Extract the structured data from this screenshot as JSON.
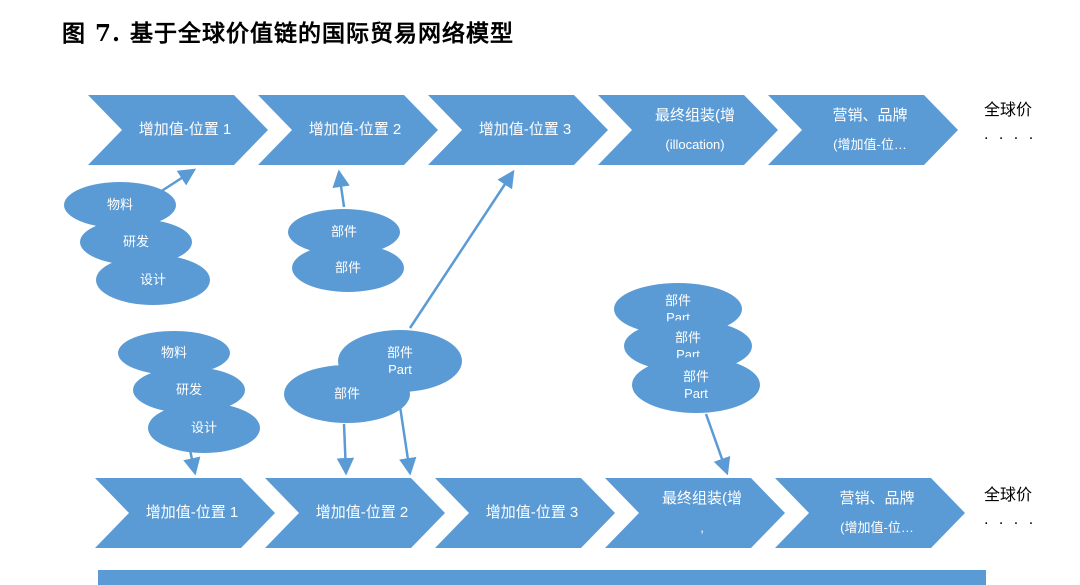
{
  "title": "图 7. 基于全球价值链的国际贸易网络模型",
  "colors": {
    "primary": "#5B9BD5",
    "text_on_shape": "#FFFFFF",
    "title_text": "#000000"
  },
  "top_chain": {
    "chevrons": [
      {
        "line1": "增加值-位置 1",
        "line2": ""
      },
      {
        "line1": "增加值-位置 2",
        "line2": ""
      },
      {
        "line1": "增加值-位置 3",
        "line2": ""
      },
      {
        "line1": "最终组装(增",
        "line2": "(illocation)"
      },
      {
        "line1": "营销、品牌",
        "line2": "(增加值-位…"
      }
    ],
    "suffix_line1": "全球价",
    "suffix_line2": ". . . ."
  },
  "bottom_chain": {
    "chevrons": [
      {
        "line1": "增加值-位置 1",
        "line2": ""
      },
      {
        "line1": "增加值-位置 2",
        "line2": ""
      },
      {
        "line1": "增加值-位置 3",
        "line2": ""
      },
      {
        "line1": "最终组装(增",
        "line2": ","
      },
      {
        "line1": "营销、品牌",
        "line2": "(增加值-位…"
      }
    ],
    "suffix_line1": "全球价",
    "suffix_line2": ". . . ."
  },
  "ellipses": {
    "tl_materials": {
      "line1": "物料",
      "line2": ""
    },
    "tl_rnd": {
      "line1": "研发",
      "line2": ""
    },
    "tl_design": {
      "line1": "设计",
      "line2": ""
    },
    "mc_part1": {
      "line1": "部件",
      "line2": ""
    },
    "mc_part2": {
      "line1": "部件",
      "line2": ""
    },
    "big_part": {
      "line1": "部件",
      "line2": "Part"
    },
    "bl_materials": {
      "line1": "物料",
      "line2": ""
    },
    "bl_rnd": {
      "line1": "研发",
      "line2": ""
    },
    "bl_design": {
      "line1": "设计",
      "line2": ""
    },
    "bm_part": {
      "line1": "部件",
      "line2": ""
    },
    "r_part1": {
      "line1": "部件",
      "line2": "Part"
    },
    "r_part2": {
      "line1": "部件",
      "line2": "Part"
    },
    "r_part3": {
      "line1": "部件",
      "line2": "Part"
    }
  }
}
